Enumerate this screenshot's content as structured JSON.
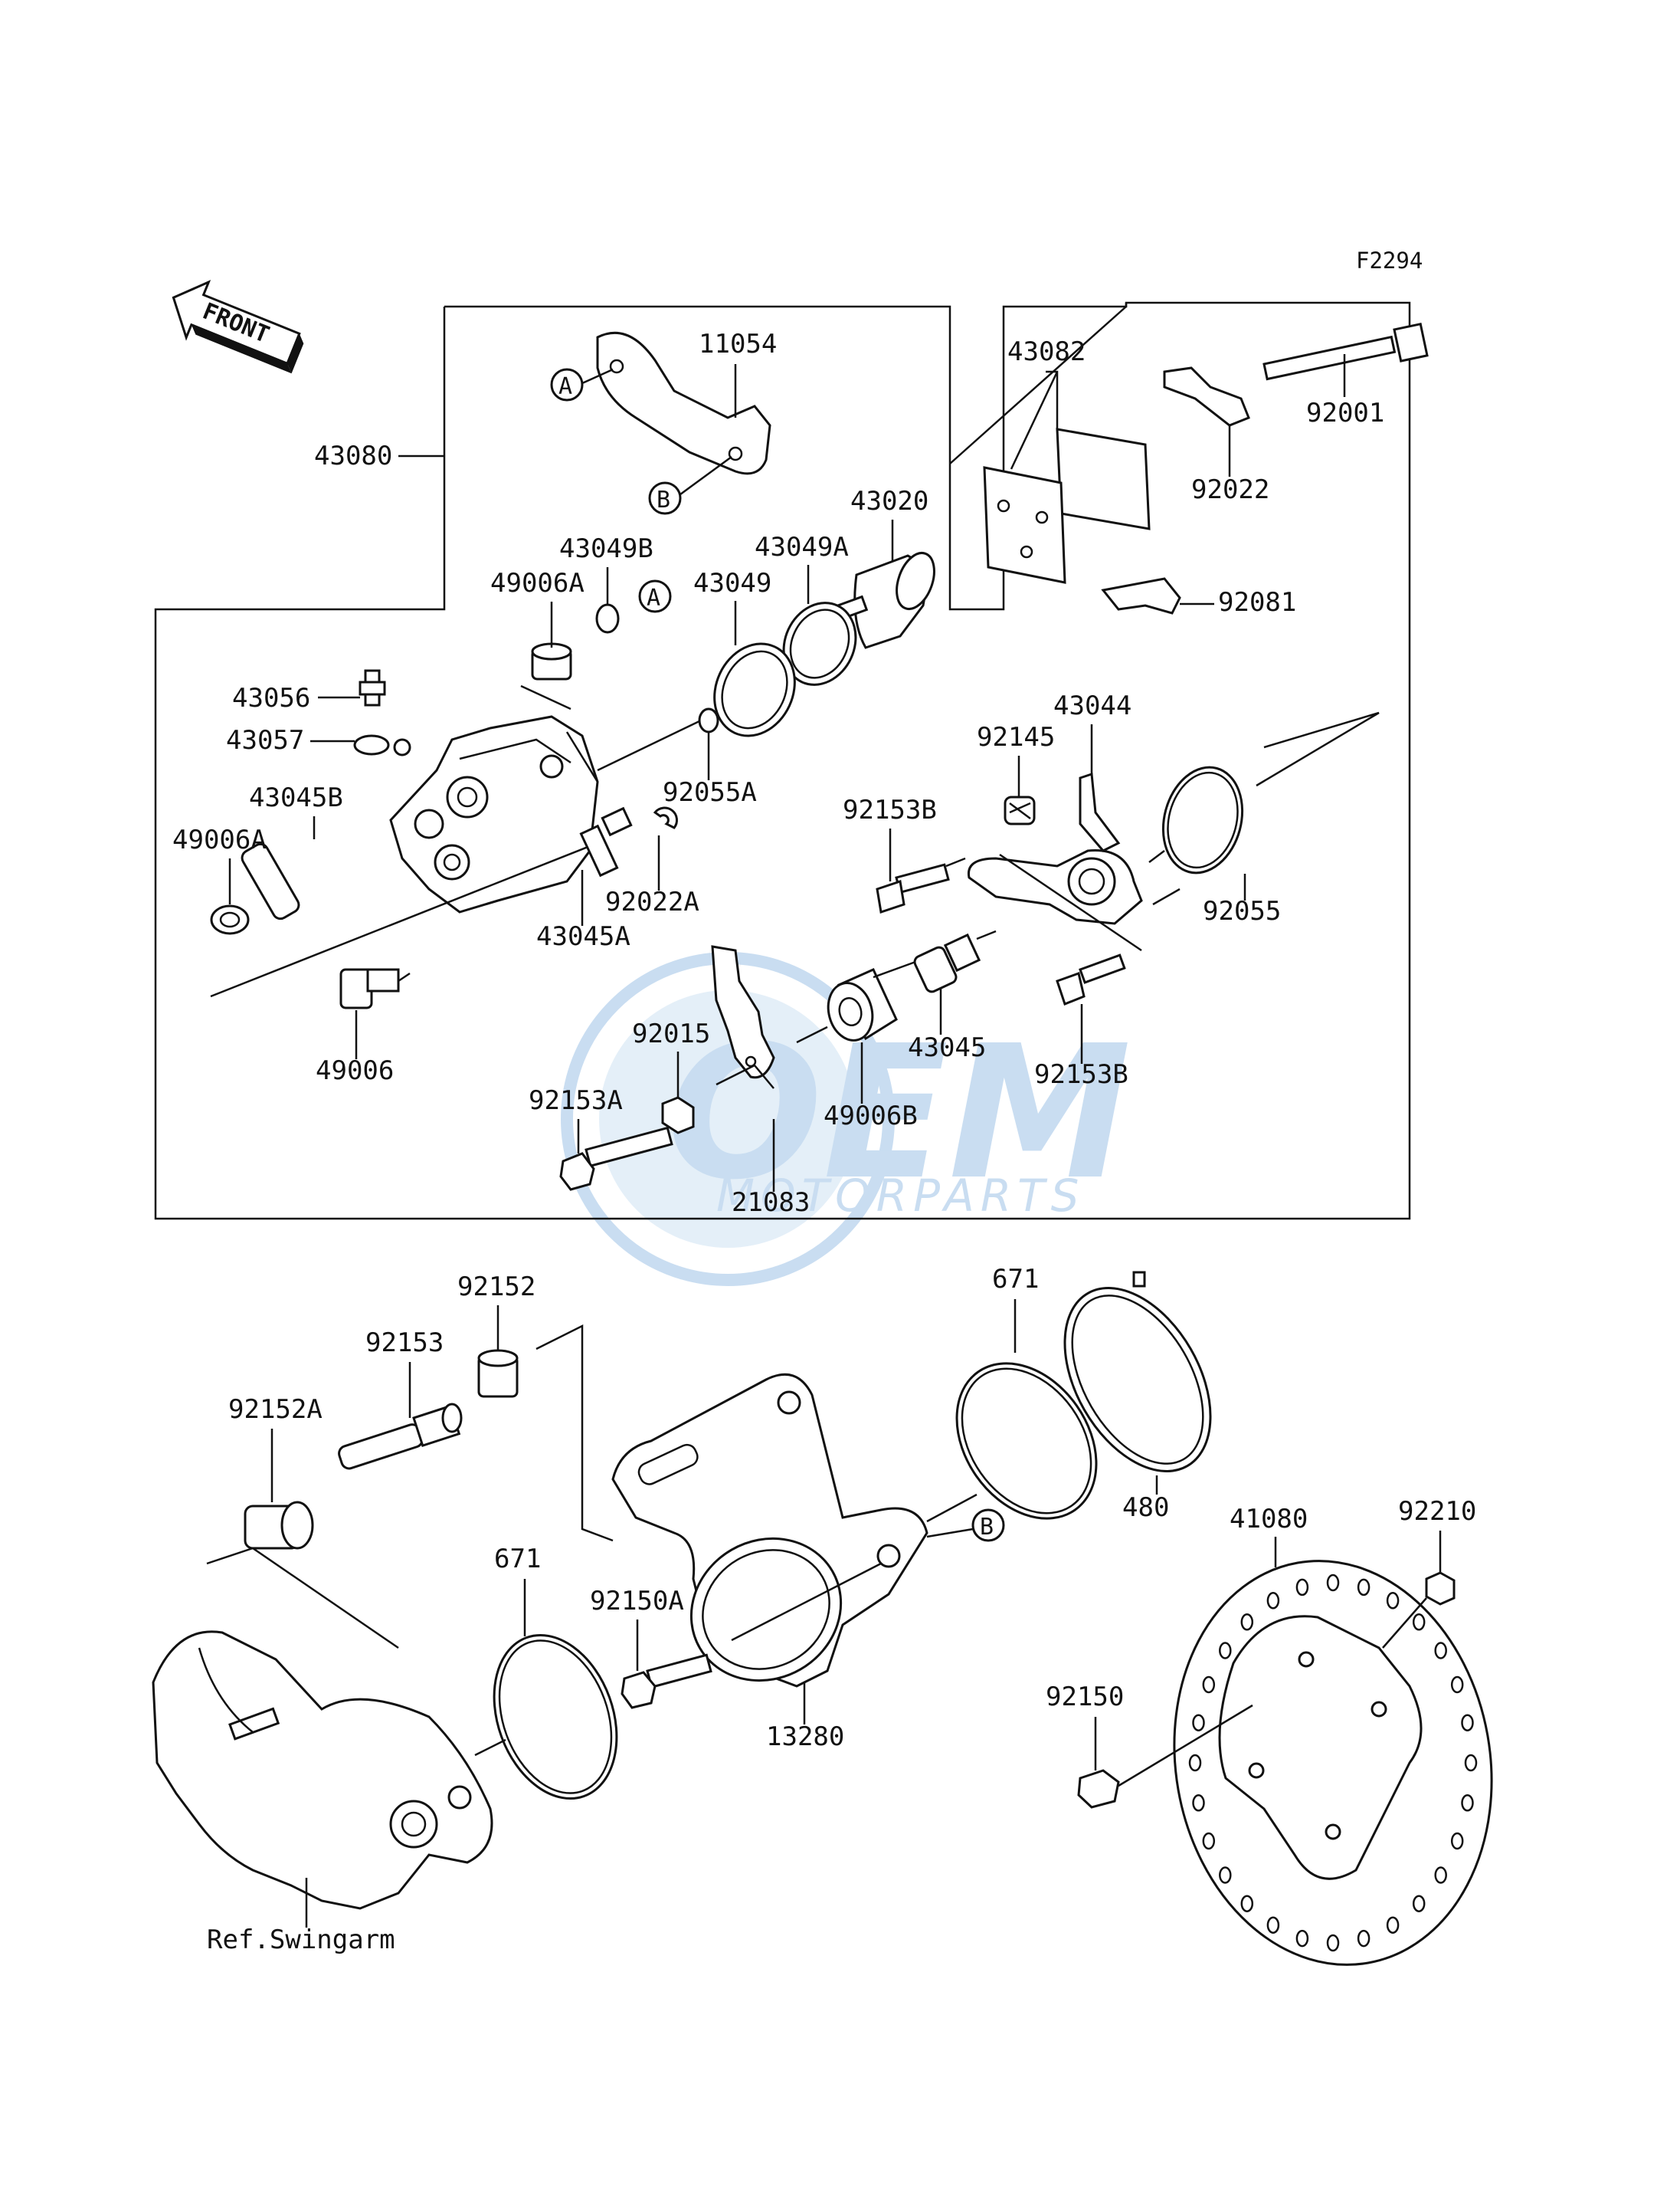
{
  "figure_code": "F2294",
  "front_label": "FRONT",
  "watermark": {
    "brand_big": "OEM",
    "brand_small": "MOTORPARTS",
    "color": "#9dc3e6"
  },
  "ref_label": "Ref.Swingarm",
  "callouts": {
    "a": "A",
    "b": "B"
  },
  "parts": {
    "p11054": "11054",
    "p43080": "43080",
    "p43082": "43082",
    "p92001": "92001",
    "p92022": "92022",
    "p92081": "92081",
    "p43020": "43020",
    "p43049B": "43049B",
    "p43049A": "43049A",
    "p43049": "43049",
    "p49006A_top": "49006A",
    "p43056": "43056",
    "p43057": "43057",
    "p43045B": "43045B",
    "p49006A_left": "49006A",
    "p92055A": "92055A",
    "p92022A": "92022A",
    "p43045A": "43045A",
    "p49006": "49006",
    "p43044": "43044",
    "p92145": "92145",
    "p92153B_top": "92153B",
    "p92055": "92055",
    "p92015": "92015",
    "p92153A": "92153A",
    "p21083": "21083",
    "p49006B": "49006B",
    "p43045": "43045",
    "p92153B_bot": "92153B",
    "p92152": "92152",
    "p92153": "92153",
    "p92152A": "92152A",
    "p671_top": "671",
    "p671_bot": "671",
    "p480": "480",
    "p41080": "41080",
    "p92210": "92210",
    "p92150A": "92150A",
    "p13280": "13280",
    "p92150": "92150"
  }
}
